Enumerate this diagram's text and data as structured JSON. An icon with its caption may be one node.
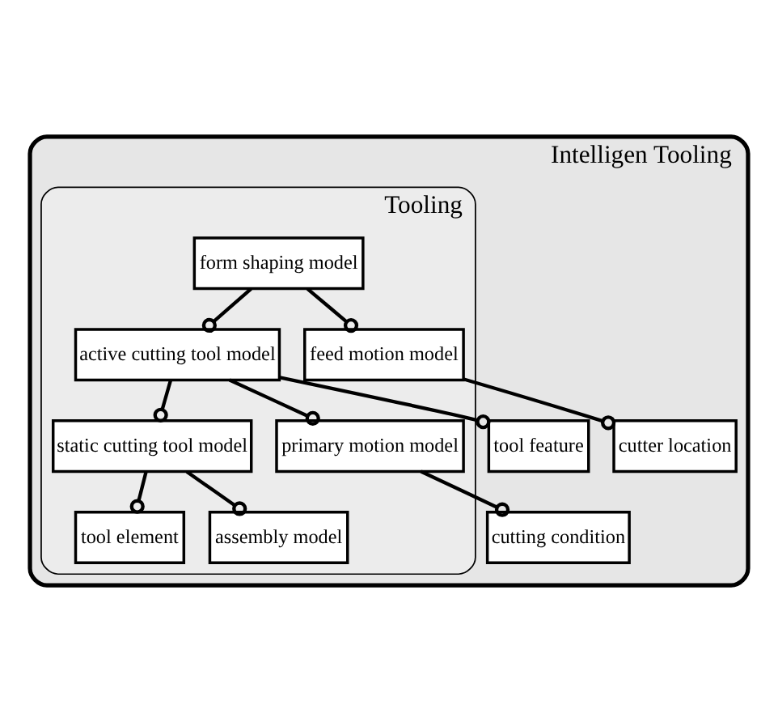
{
  "diagram": {
    "nodes": [
      {
        "text": [
          "Intelligen Tooling"
        ]
      },
      {
        "text": [
          "Tooling"
        ],
        "in": 0
      },
      {
        "text": [
          "form shaping model"
        ],
        "in": 1
      },
      {
        "text": [
          "active cutting tool model"
        ],
        "in": 1
      },
      {
        "text": [
          "feed motion model"
        ],
        "in": 1
      },
      {
        "text": [
          "static cutting tool model"
        ],
        "in": 1
      },
      {
        "text": [
          "primary motion model"
        ],
        "in": 1
      },
      {
        "text": [
          "tool element"
        ],
        "in": 1
      },
      {
        "text": [
          "assembly model"
        ],
        "in": 1
      },
      {
        "text": [
          "cutter location"
        ],
        "in": 0
      },
      {
        "text": [
          "tool feature"
        ],
        "in": 0
      },
      {
        "text": [
          "cutting condition"
        ],
        "in": 0
      }
    ],
    "edges": [
      {
        "from": 2,
        "to": 3,
        "arrow": "other"
      },
      {
        "from": 2,
        "to": 4,
        "arrow": "other"
      },
      {
        "from": 3,
        "to": 5,
        "arrow": "other"
      },
      {
        "from": 3,
        "to": 6,
        "arrow": "other"
      },
      {
        "from": 5,
        "to": 7,
        "arrow": "other"
      },
      {
        "from": 5,
        "to": 8,
        "arrow": "other"
      },
      {
        "from": 4,
        "to": 9,
        "arrow": "other"
      },
      {
        "from": 3,
        "to": 10,
        "arrow": "other"
      },
      {
        "from": 6,
        "to": 11,
        "arrow": "other"
      }
    ]
  }
}
